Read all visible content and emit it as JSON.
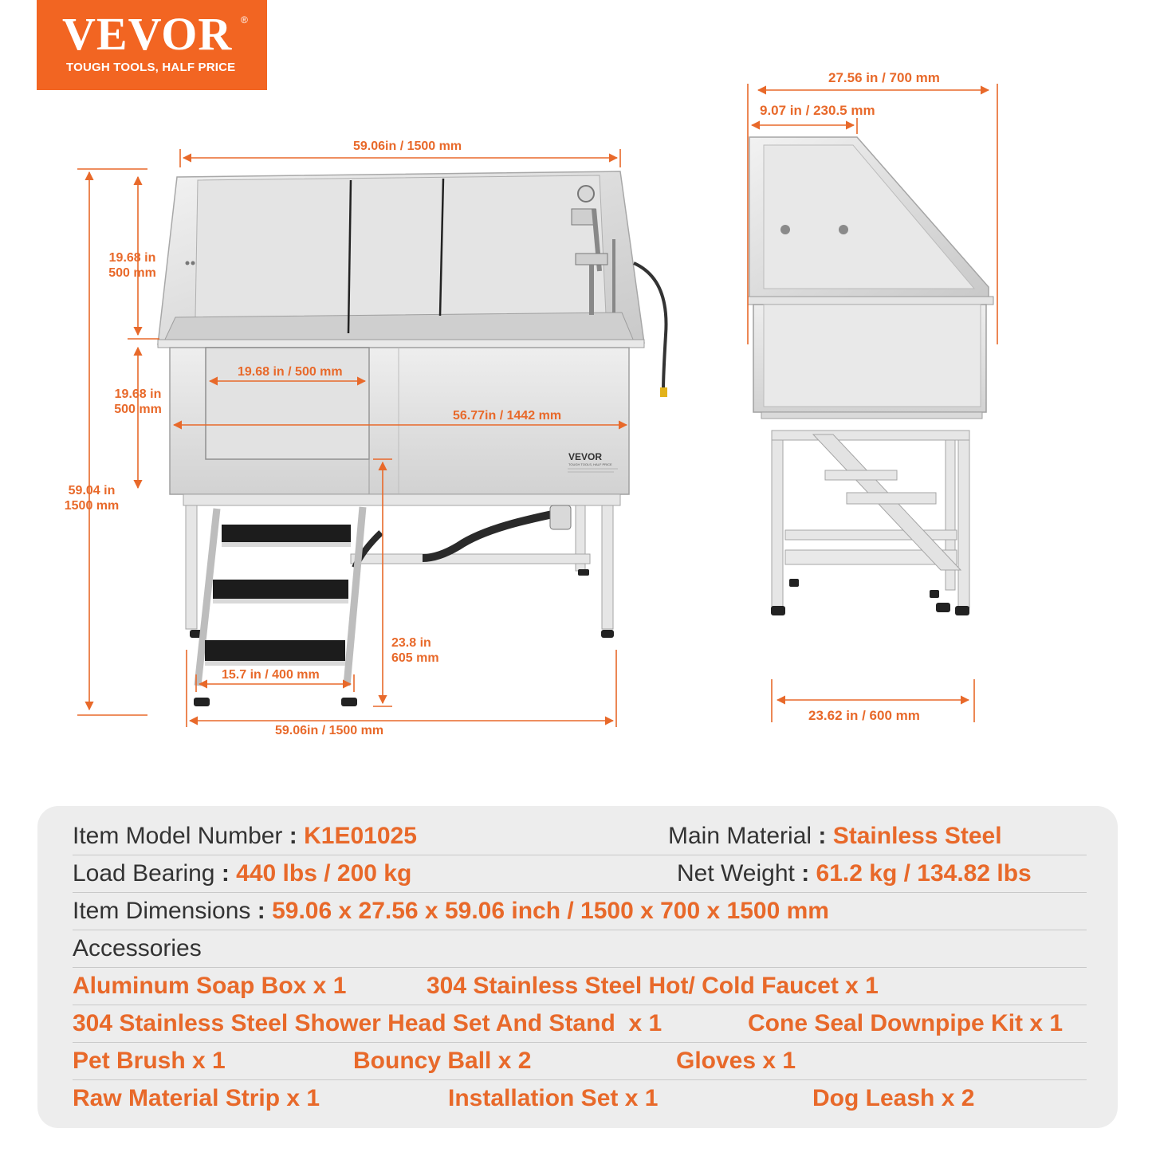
{
  "logo": {
    "brand": "VEVOR",
    "registered": "®",
    "tagline": "TOUGH TOOLS, HALF PRICE"
  },
  "front_view": {
    "overall_width_top": "59.06in / 1500 mm",
    "backsplash_height": {
      "inch": "19.68 in",
      "mm": "500 mm"
    },
    "tub_depth": {
      "inch": "19.68 in",
      "mm": "500 mm"
    },
    "total_height": {
      "inch": "59.04 in",
      "mm": "1500 mm"
    },
    "door_width": "19.68 in / 500 mm",
    "inner_width": "56.77in / 1442 mm",
    "ramp_height": {
      "inch": "23.8 in",
      "mm": "605 mm"
    },
    "ramp_width": "15.7 in / 400 mm",
    "overall_width_bottom": "59.06in / 1500 mm",
    "panel_brand": "VEVOR",
    "panel_tagline": "TOUGH TOOLS, HALF PRICE"
  },
  "side_view": {
    "overall_depth": "27.56 in / 700 mm",
    "top_depth": "9.07 in / 230.5 mm",
    "base_depth": "23.62 in / 600 mm"
  },
  "specs": {
    "model_label": "Item Model Number",
    "model_value": "K1E01025",
    "material_label": "Main Material",
    "material_value": "Stainless Steel",
    "load_label": "Load Bearing",
    "load_value": "440 lbs / 200 kg",
    "weight_label": "Net Weight",
    "weight_value": "61.2 kg / 134.82 lbs",
    "dims_label": "Item Dimensions",
    "dims_value": "59.06 x 27.56 x 59.06 inch / 1500 x 700 x 1500 mm",
    "accessories_label": "Accessories",
    "separator": ":",
    "accessories": [
      "Aluminum Soap Box x 1",
      "304 Stainless Steel Hot/ Cold Faucet x 1",
      "304 Stainless Steel Shower Head Set And Stand  x 1",
      "Cone Seal Downpipe Kit x 1",
      "Pet Brush x 1",
      "Bouncy Ball x 2",
      "Gloves x 1",
      "Raw Material Strip x 1",
      "Installation Set x 1",
      "Dog Leash x 2"
    ]
  },
  "colors": {
    "accent": "#E8692A",
    "logo_bg": "#F26522",
    "panel_bg": "#EDEDED",
    "text": "#333333"
  }
}
